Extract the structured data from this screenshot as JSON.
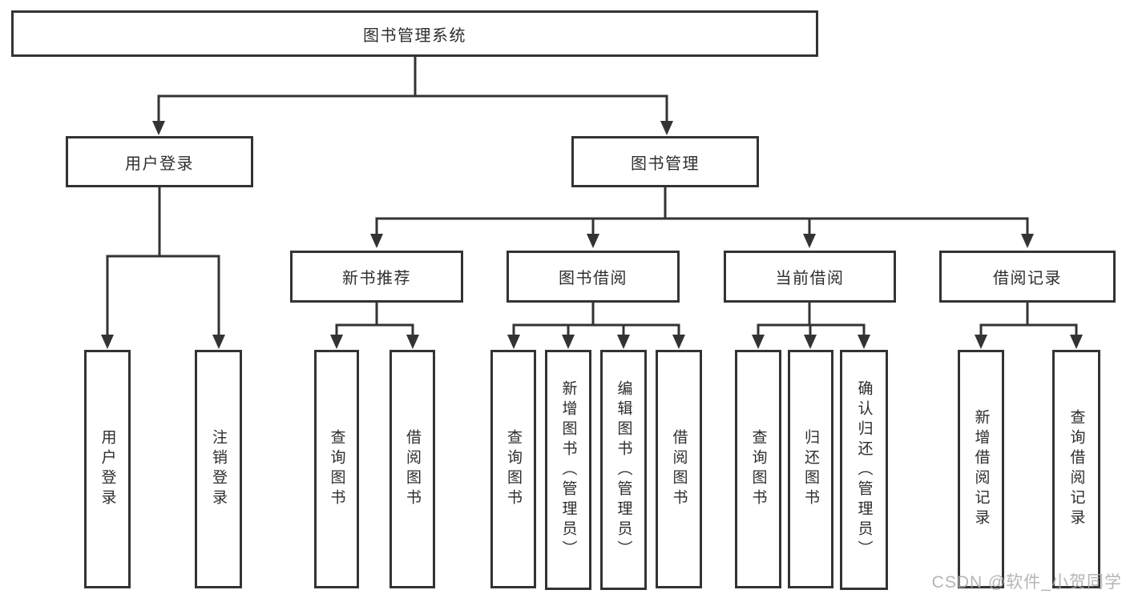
{
  "diagram": {
    "root": {
      "label": "图书管理系统"
    },
    "branches": [
      {
        "label": "用户登录",
        "leaves": [
          "用户登录",
          "注销登录"
        ]
      },
      {
        "label": "图书管理",
        "children": [
          {
            "label": "新书推荐",
            "leaves": [
              "查询图书",
              "借阅图书"
            ]
          },
          {
            "label": "图书借阅",
            "leaves": [
              "查询图书",
              "新增图书（管理员）",
              "编辑图书（管理员）",
              "借阅图书"
            ]
          },
          {
            "label": "当前借阅",
            "leaves": [
              "查询图书",
              "归还图书",
              "确认归还（管理员）"
            ]
          },
          {
            "label": "借阅记录",
            "leaves": [
              "新增借阅记录",
              "查询借阅记录"
            ]
          }
        ]
      }
    ],
    "colors": {
      "line": "#333333",
      "box_border": "#333333",
      "box_fill": "#ffffff",
      "text": "#2e2e2e",
      "background": "#ffffff",
      "watermark": "#ababab"
    }
  },
  "watermark": {
    "text": "CSDN @软件_小贺同学"
  }
}
